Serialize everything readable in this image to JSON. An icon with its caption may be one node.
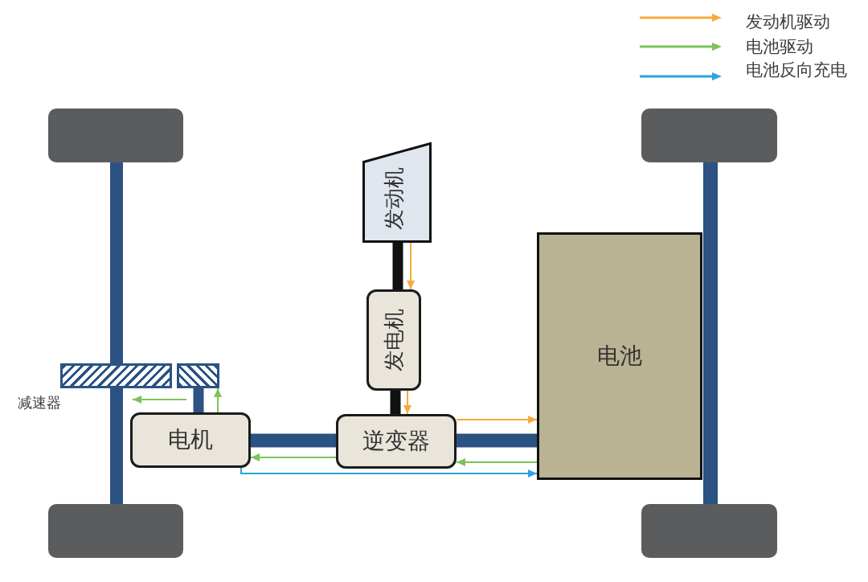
{
  "diagram": {
    "nodes": [
      {
        "text": [],
        "shape": "box"
      },
      {
        "text": [],
        "shape": "box"
      },
      {
        "text": [
          "发动机"
        ]
      },
      {
        "text": [
          "电池"
        ]
      },
      {
        "text": [
          "发电机"
        ]
      },
      {
        "text": [],
        "shape": "box"
      },
      {
        "text": [],
        "shape": "box"
      },
      {
        "text": [
          "电机"
        ]
      },
      {
        "text": [
          "逆变器"
        ]
      },
      {
        "text": [],
        "shape": "box"
      },
      {
        "text": [],
        "shape": "box"
      }
    ],
    "edges": [
      {
        "from": 0,
        "to": 5,
        "arrow": "none"
      },
      {
        "from": 5,
        "to": 9,
        "arrow": "none"
      },
      {
        "from": 1,
        "to": 10,
        "arrow": "none"
      },
      {
        "from": 2,
        "to": 4,
        "arrow": "none",
        "color": "#111111"
      },
      {
        "from": 4,
        "to": 8,
        "arrow": "none",
        "color": "#111111"
      },
      {
        "from": 7,
        "to": 8,
        "arrow": "none"
      },
      {
        "from": 8,
        "to": 3,
        "arrow": "none"
      },
      {
        "from": 7,
        "to": 6,
        "arrow": "none"
      },
      {
        "from": 2,
        "to": 4,
        "arrow": "to",
        "color": "#f5ab3c"
      },
      {
        "from": 4,
        "to": 8,
        "arrow": "to",
        "color": "#f5ab3c"
      },
      {
        "from": 8,
        "to": 3,
        "arrow": "to",
        "color": "#f5ab3c"
      },
      {
        "from": 3,
        "to": 8,
        "arrow": "to",
        "color": "#7cc35a"
      },
      {
        "from": 8,
        "to": 7,
        "arrow": "to",
        "color": "#7cc35a"
      },
      {
        "from": 7,
        "to": 6,
        "arrow": "to",
        "color": "#7cc35a"
      },
      {
        "from": 7,
        "to": 3,
        "arrow": "to",
        "color": "#2aa3dd"
      }
    ],
    "labels": [
      "减速器"
    ],
    "legend": [
      {
        "text": "发动机驱动"
      },
      {
        "text": "电池驱动"
      },
      {
        "text": "电池反向充电"
      }
    ]
  }
}
